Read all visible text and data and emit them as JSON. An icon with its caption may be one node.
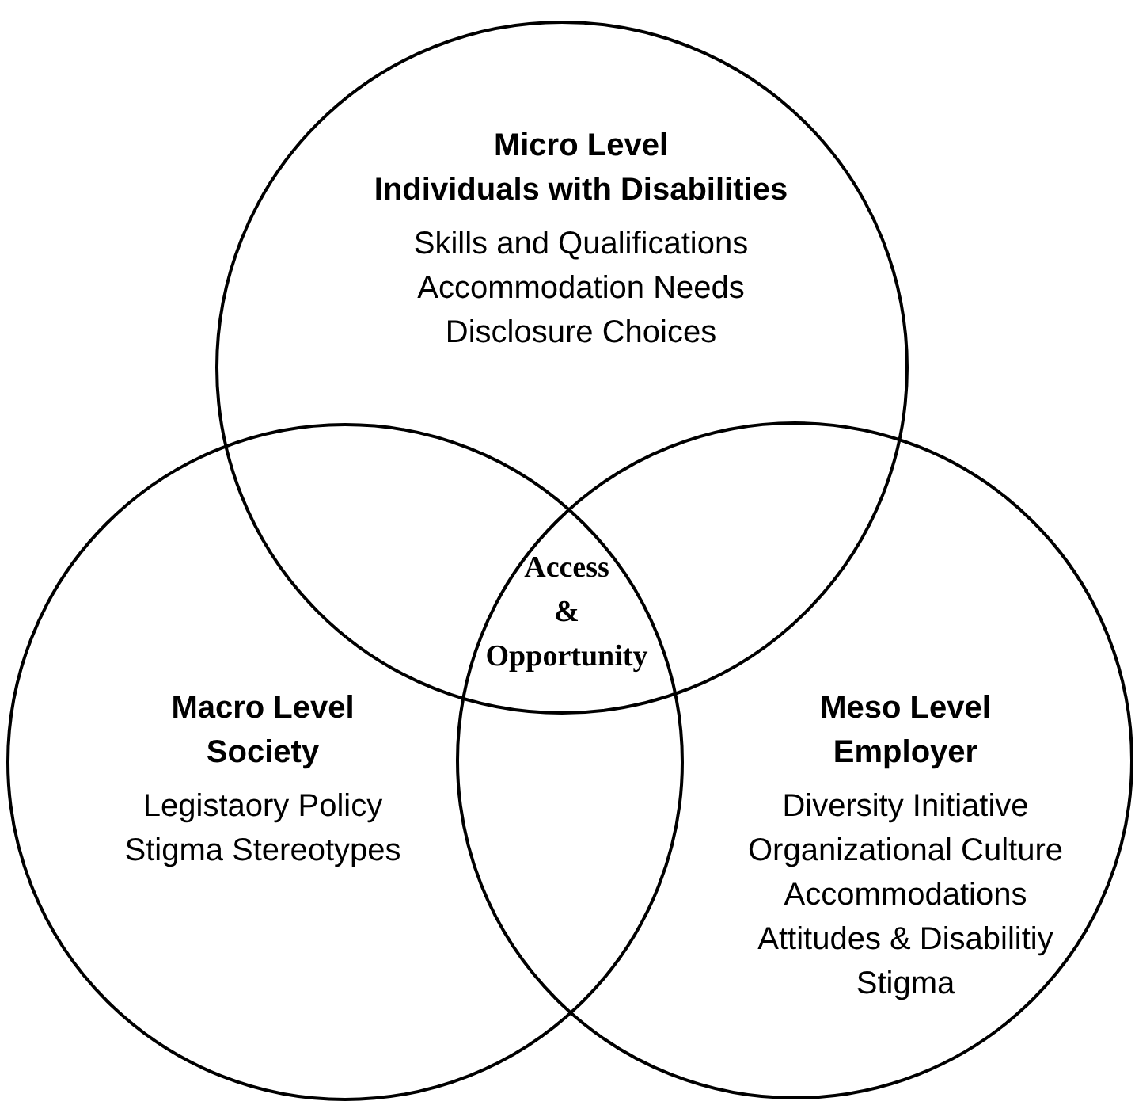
{
  "diagram": {
    "nodes": [
      {
        "text": [
          "Micro Level",
          "Individuals with Disabilities",
          "Skills and Qualifications",
          "Accommodation Needs",
          "Disclosure Choices"
        ]
      },
      {
        "text": [
          "Macro Level",
          "Society",
          "Legistaory Policy",
          "Stigma Stereotypes"
        ]
      },
      {
        "text": [
          "Meso Level",
          "Employer",
          "Diversity Initiative",
          "Organizational Culture",
          "Accommodations",
          "Attitudes & Disabilitiy Stigma"
        ]
      },
      {
        "text": [
          "Access",
          "&",
          "Opportunity"
        ]
      }
    ]
  }
}
